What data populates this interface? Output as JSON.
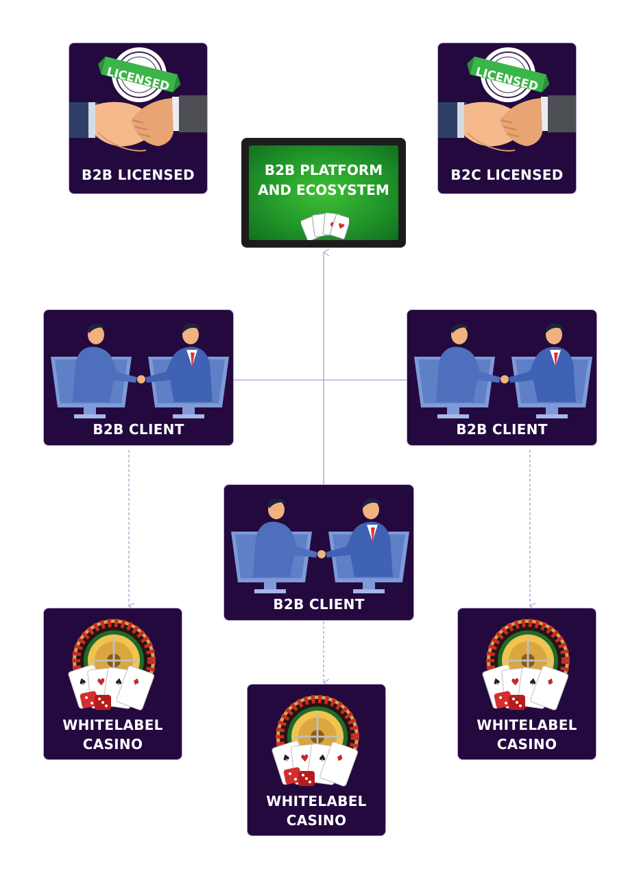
{
  "diagram": {
    "platform": {
      "label_line1": "B2B PLATFORM",
      "label_line2": "AND ECOSYSTEM",
      "icon": "playing-cards-icon"
    },
    "licensed_cards": [
      {
        "label": "B2B LICENSED",
        "stamp_text": "LICENSED",
        "icon": "handshake-icon"
      },
      {
        "label": "B2C LICENSED",
        "stamp_text": "LICENSED",
        "icon": "handshake-icon"
      }
    ],
    "client_cards": [
      {
        "label": "B2B CLIENT",
        "icon": "video-call-handshake-icon"
      },
      {
        "label": "B2B CLIENT",
        "icon": "video-call-handshake-icon"
      },
      {
        "label": "B2B CLIENT",
        "icon": "video-call-handshake-icon"
      }
    ],
    "casino_cards": [
      {
        "label_line1": "WHITELABEL",
        "label_line2": "CASINO",
        "icon": "roulette-cards-dice-icon"
      },
      {
        "label_line1": "WHITELABEL",
        "label_line2": "CASINO",
        "icon": "roulette-cards-dice-icon"
      },
      {
        "label_line1": "WHITELABEL",
        "label_line2": "CASINO",
        "icon": "roulette-cards-dice-icon"
      }
    ]
  },
  "colors": {
    "card_bg": "#24093f",
    "card_border": "#b8a6cf",
    "connector": "#b9a7d3",
    "platform_green": "#22982a",
    "stamp_green": "#3bb54a"
  }
}
